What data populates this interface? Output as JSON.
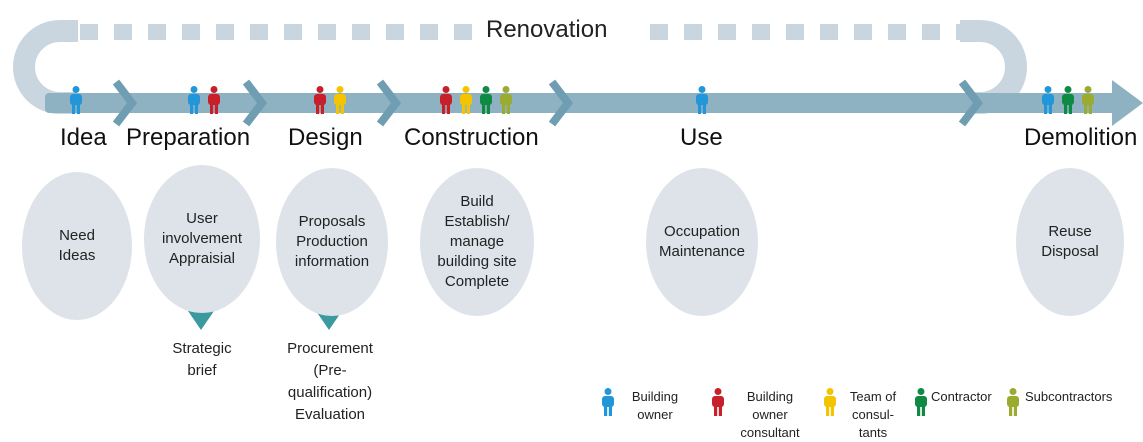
{
  "title": "Renovation",
  "colors": {
    "arrow": "#8fb2c2",
    "dashes": "#c9d5df",
    "ellipse": "#dde3e9",
    "down_arrow": "#3a9aa0",
    "owner": "#2196d9",
    "owner_consultant": "#c8202a",
    "consultants": "#f5c400",
    "contractor": "#0f8a42",
    "subcontractors": "#9bab30"
  },
  "stages": [
    {
      "label": "Idea",
      "ellipse_text": "Need\nIdeas",
      "people": [
        "owner"
      ]
    },
    {
      "label": "Preparation",
      "ellipse_text": "User\ninvolvement\nAppraisial",
      "people": [
        "owner",
        "owner_consultant"
      ],
      "result": "Strategic\nbrief"
    },
    {
      "label": "Design",
      "ellipse_text": "Proposals\nProduction\ninformation",
      "people": [
        "owner_consultant",
        "consultants"
      ],
      "result": "Procurement\n(Pre-\nqualification)\nEvaluation"
    },
    {
      "label": "Construction",
      "ellipse_text": "Build\nEstablish/\nmanage\nbuilding site\nComplete",
      "people": [
        "owner_consultant",
        "consultants",
        "contractor",
        "subcontractors"
      ]
    },
    {
      "label": "Use",
      "ellipse_text": "Occupation\nMaintenance",
      "people": [
        "owner"
      ]
    },
    {
      "label": "Demolition",
      "ellipse_text": "Reuse\nDisposal",
      "people": [
        "owner",
        "contractor",
        "subcontractors"
      ]
    }
  ],
  "legend": [
    {
      "key": "owner",
      "label": "Building\nowner",
      "icon": "person-icon"
    },
    {
      "key": "owner_consultant",
      "label": "Building\nowner\nconsultant",
      "icon": "person-icon"
    },
    {
      "key": "consultants",
      "label": "Team of\nconsul-\ntants",
      "icon": "person-icon"
    },
    {
      "key": "contractor",
      "label": "Contractor",
      "icon": "person-icon"
    },
    {
      "key": "subcontractors",
      "label": "Subcontractors",
      "icon": "person-icon"
    }
  ]
}
